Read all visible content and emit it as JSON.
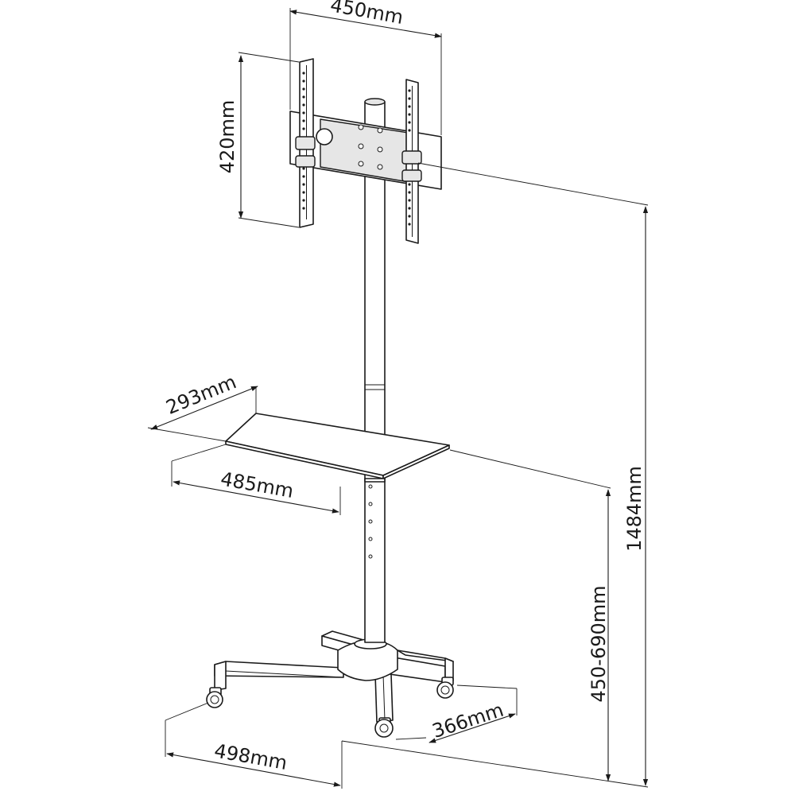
{
  "dimensions": {
    "mount_width": "450mm",
    "mount_height": "420mm",
    "shelf_depth": "293mm",
    "shelf_width": "485mm",
    "total_height": "1484mm",
    "shelf_height_range": "450-690mm",
    "base_depth": "366mm",
    "base_width": "498mm"
  }
}
